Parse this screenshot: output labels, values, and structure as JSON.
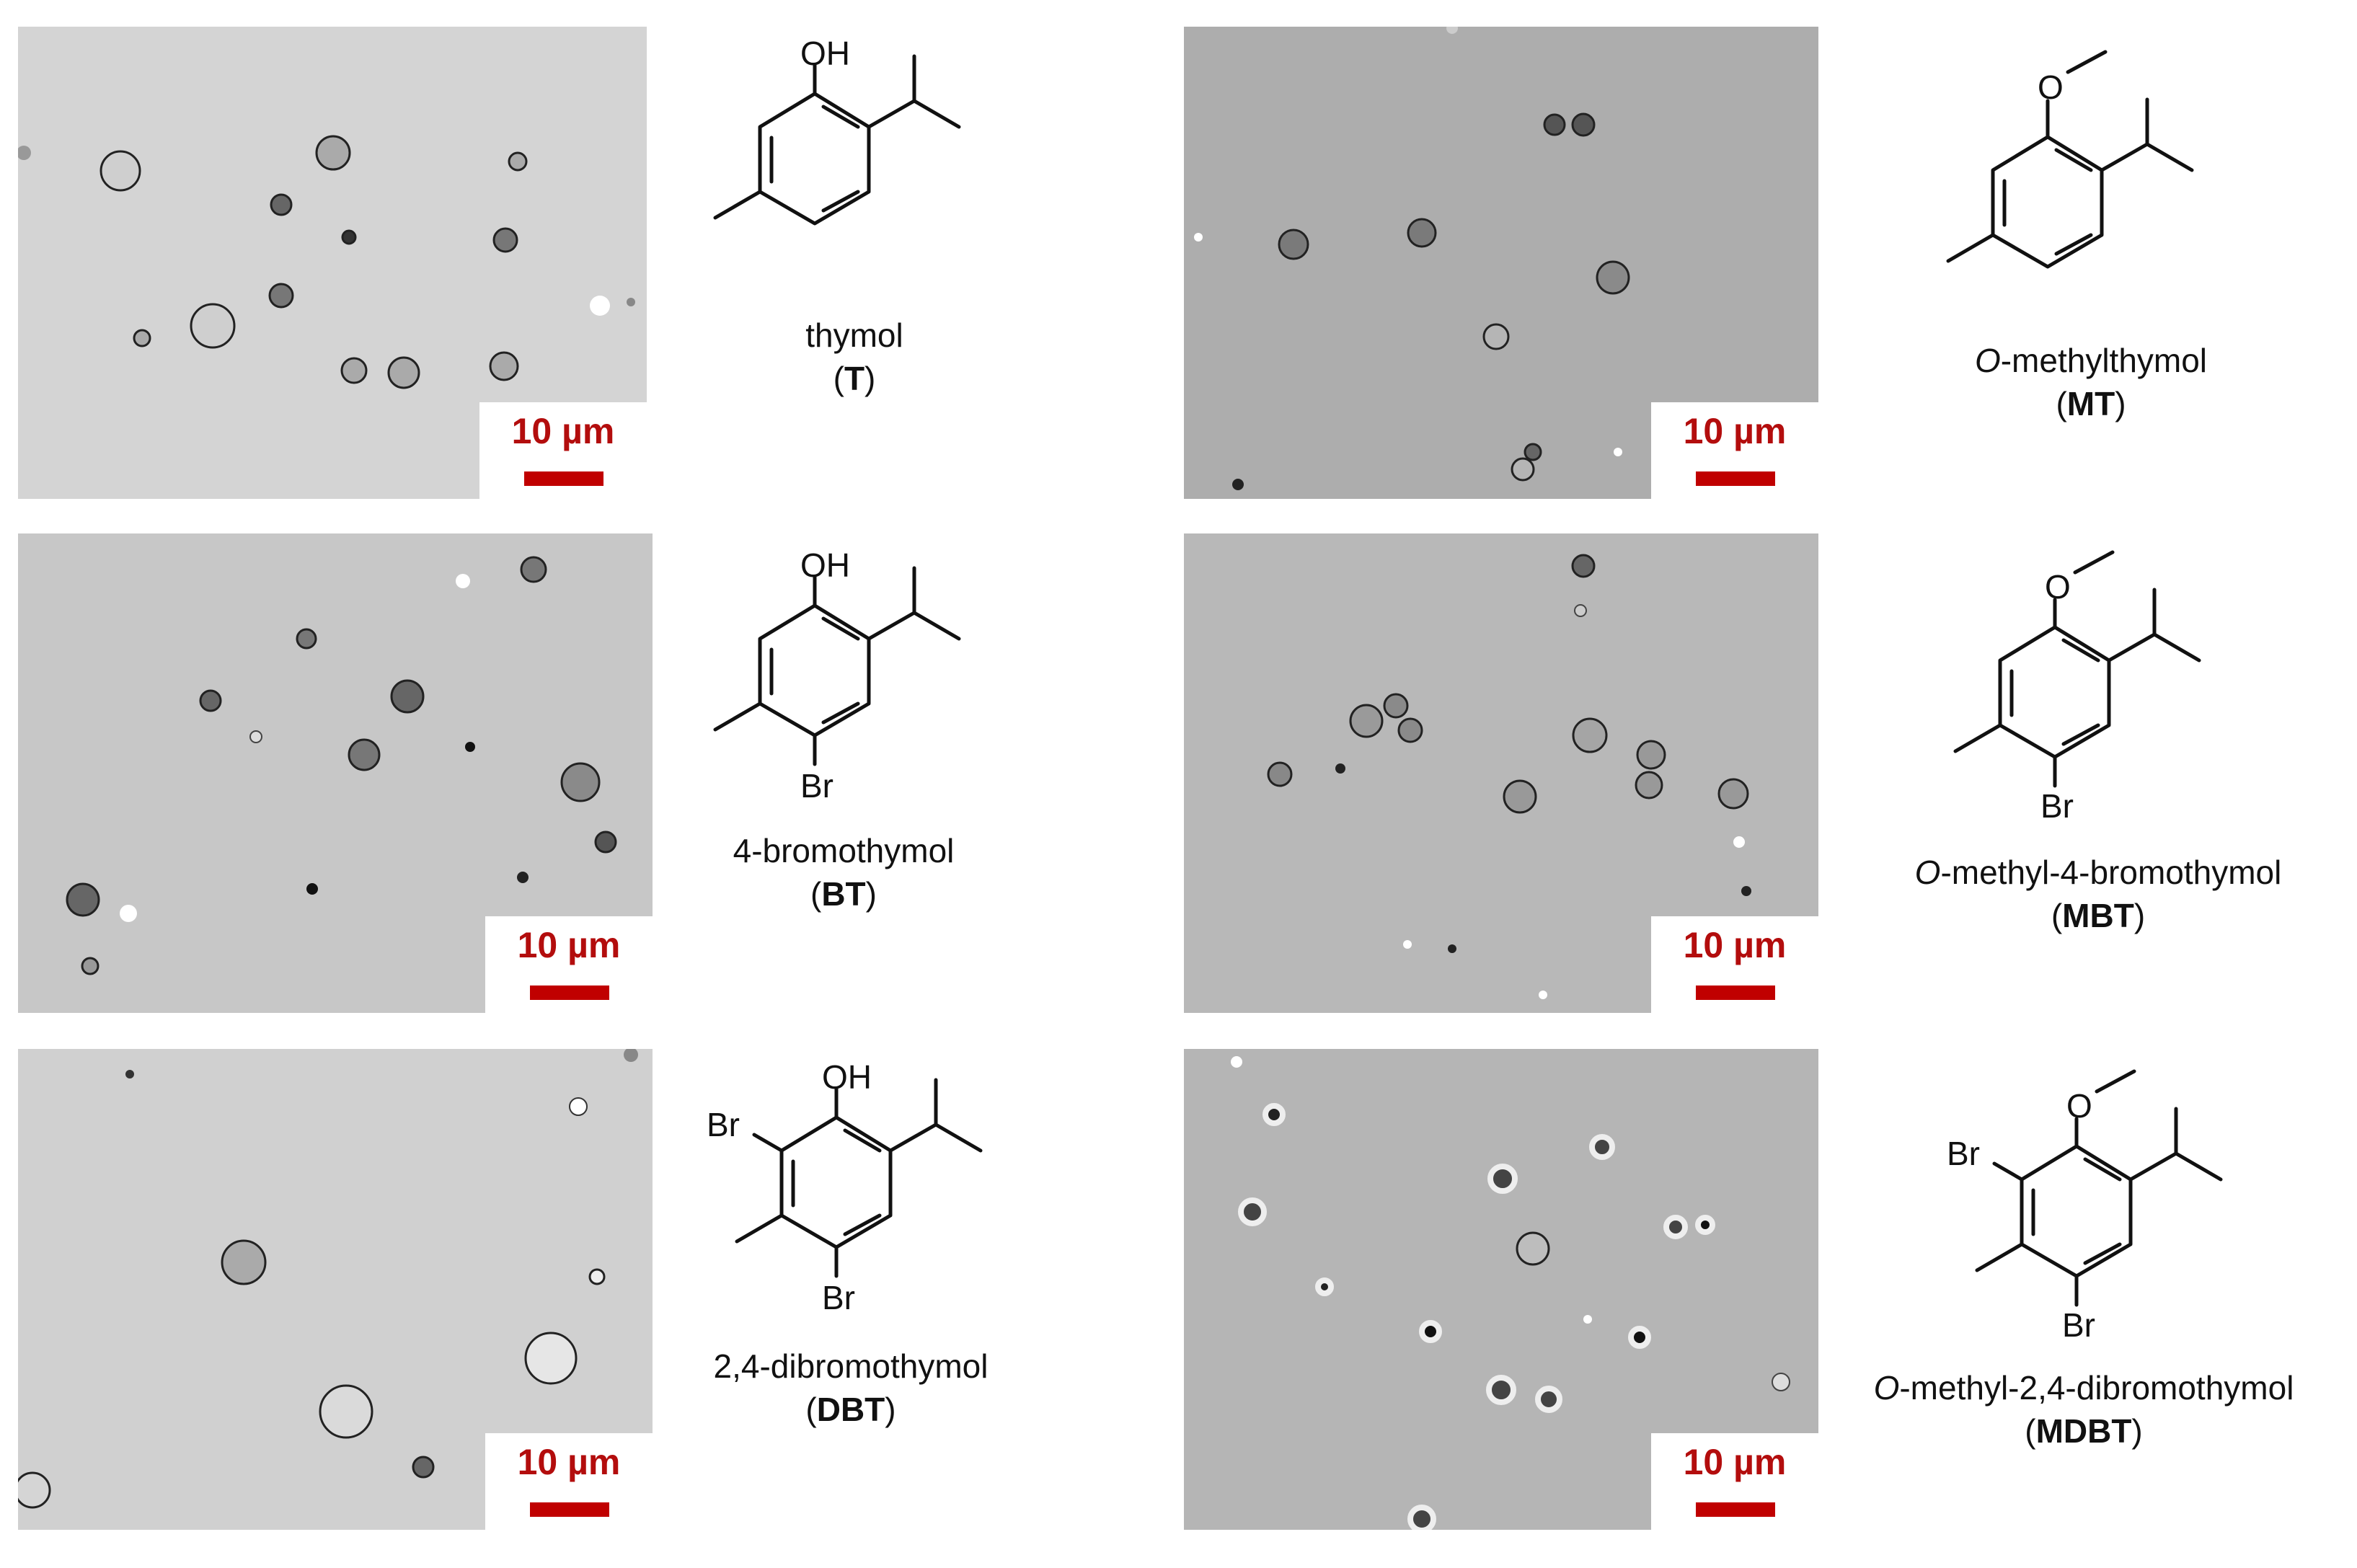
{
  "scale_bar_label": "10 µm",
  "colors": {
    "scale_bar": "#c00000",
    "scale_text": "#b30d0d"
  },
  "compounds": [
    {
      "id": "T",
      "prefix": "",
      "name": "thymol",
      "abbr": "T",
      "top": "OH",
      "bromines": []
    },
    {
      "id": "MT",
      "prefix": "O",
      "name": "-methylthymol",
      "abbr": "MT",
      "top": "O",
      "bromines": []
    },
    {
      "id": "BT",
      "prefix": "",
      "name": "4-bromothymol",
      "abbr": "BT",
      "top": "OH",
      "bromines": [
        "Br"
      ]
    },
    {
      "id": "MBT",
      "prefix": "O",
      "name": "-methyl-4-bromothymol",
      "abbr": "MBT",
      "top": "O",
      "bromines": [
        "Br"
      ]
    },
    {
      "id": "DBT",
      "prefix": "",
      "name": "2,4-dibromothymol",
      "abbr": "DBT",
      "top": "OH",
      "bromines": [
        "Br",
        "Br"
      ]
    },
    {
      "id": "MDBT",
      "prefix": "O",
      "name": "-methyl-2,4-dibromothymol",
      "abbr": "MDBT",
      "top": "O",
      "bromines": [
        "Br",
        "Br"
      ]
    }
  ]
}
